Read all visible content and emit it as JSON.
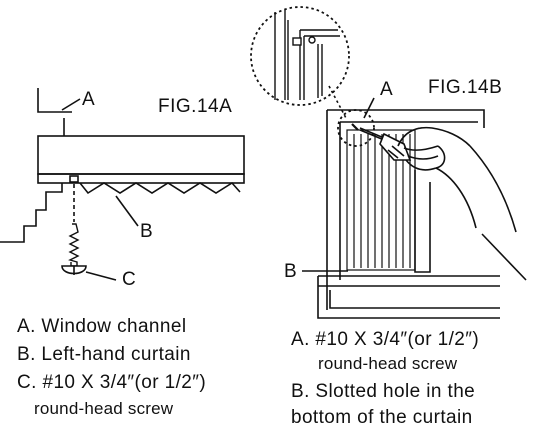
{
  "fig14a": {
    "title": "FIG.14A",
    "callouts": {
      "a": "A",
      "b": "B",
      "c": "C"
    },
    "legend": {
      "a": "A. Window channel",
      "b": "B. Left-hand curtain",
      "c1": "C. #10 X 3/4″(or  1/2″)",
      "c2": "round-head  screw"
    }
  },
  "fig14b": {
    "title": "FIG.14B",
    "callouts": {
      "a": "A",
      "b": "B"
    },
    "legend": {
      "a1": "A. #10 X 3/4″(or  1/2″)",
      "a2": "round-head screw",
      "b1": "B. Slotted hole in the",
      "b2": "bottom of the curtain"
    }
  },
  "colors": {
    "ink": "#111111",
    "paper": "#ffffff"
  }
}
